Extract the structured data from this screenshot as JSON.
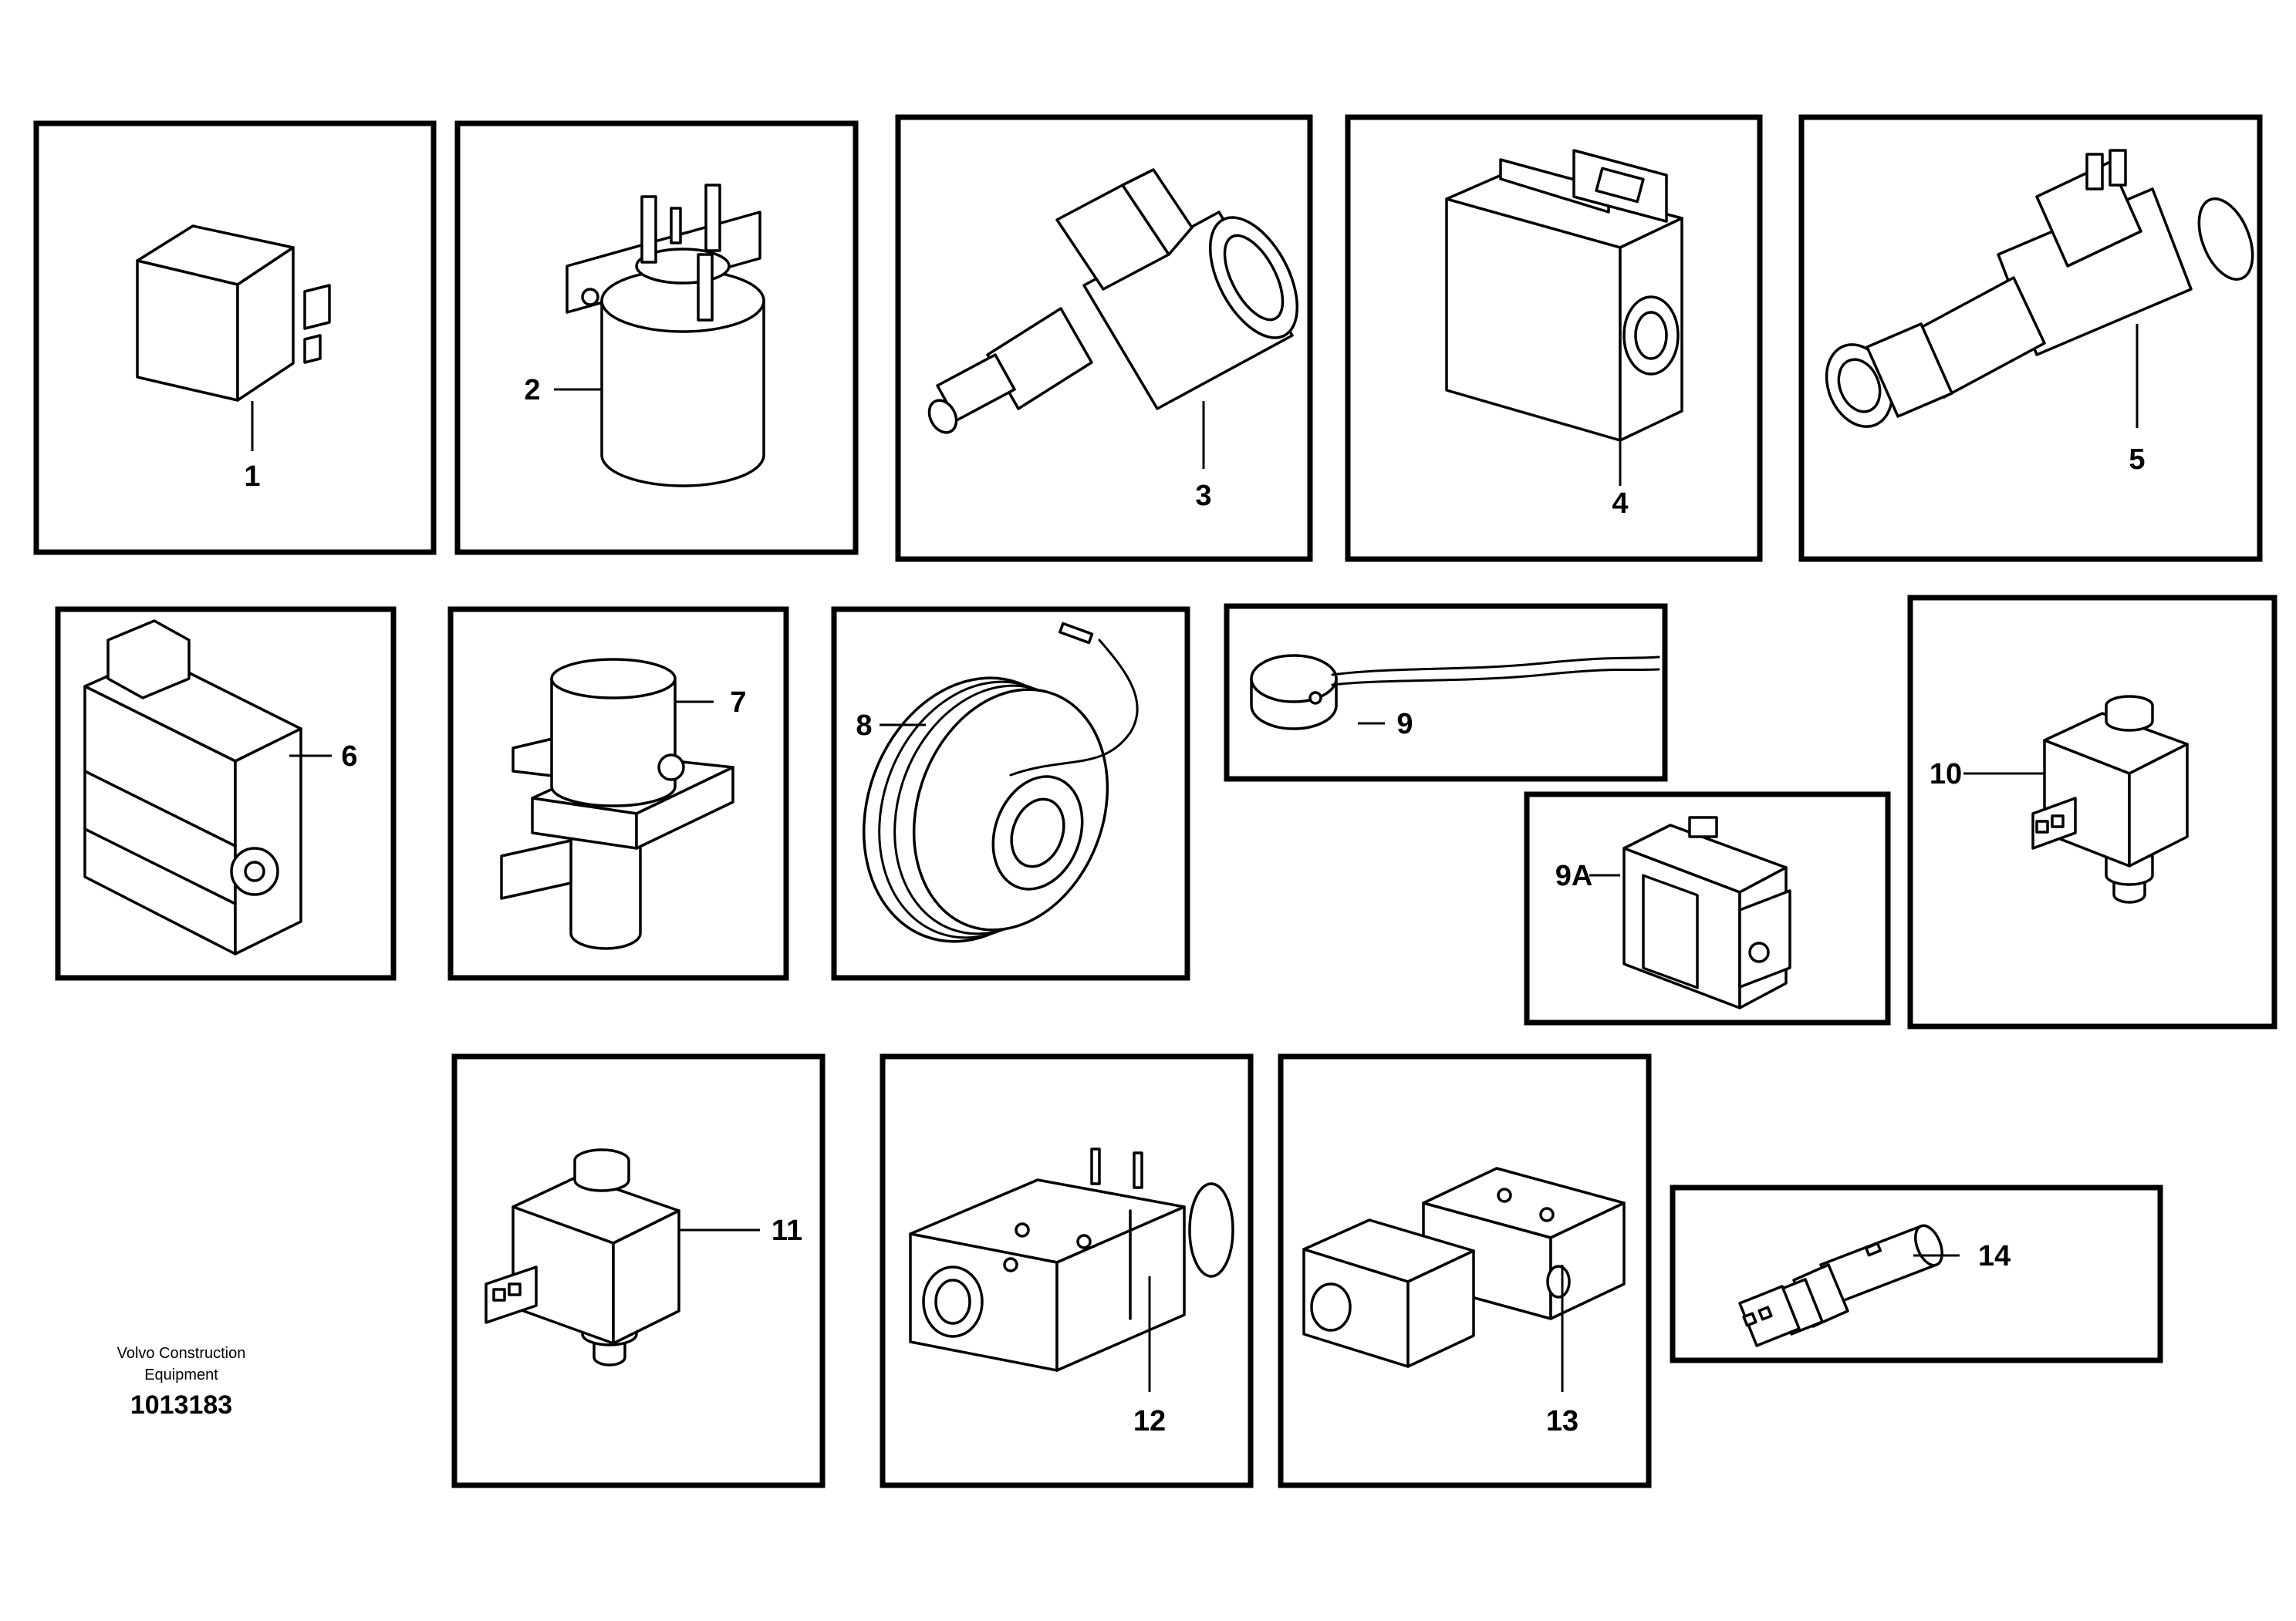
{
  "callouts": {
    "c1": "1",
    "c2": "2",
    "c3": "3",
    "c4": "4",
    "c5": "5",
    "c6": "6",
    "c7": "7",
    "c8": "8",
    "c9": "9",
    "c9a": "9A",
    "c10": "10",
    "c11": "11",
    "c12": "12",
    "c13": "13",
    "c14": "14"
  },
  "credit": {
    "line1": "Volvo Construction",
    "line2": "Equipment",
    "number": "1013183"
  }
}
